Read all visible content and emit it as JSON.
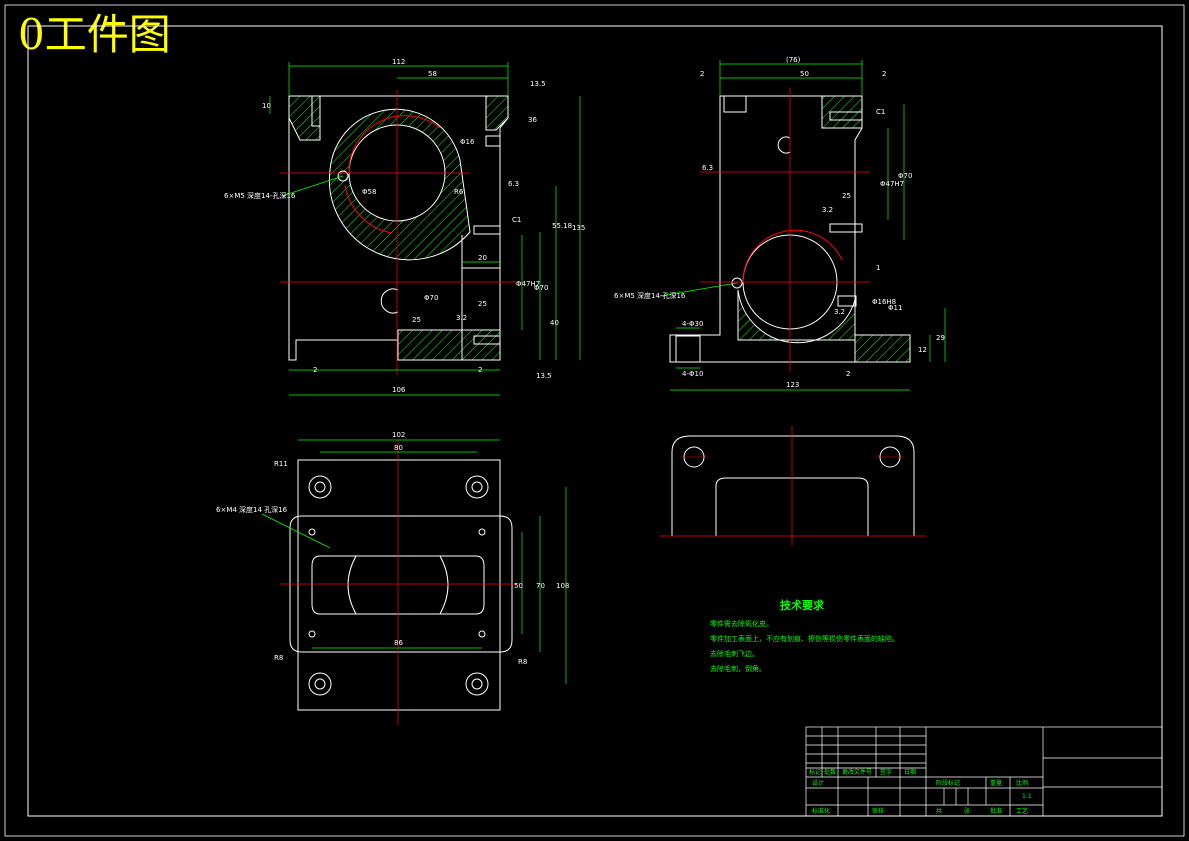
{
  "drawing": {
    "title": "0工件图"
  },
  "colors": {
    "background": "#000000",
    "outline": "#ffffff",
    "dimension": "#00ff00",
    "centerline": "#ff0000",
    "hatch": "#00ff00",
    "title": "#ffff00"
  },
  "front_view": {
    "dims": {
      "overall_width": "112",
      "half_width": "58",
      "offset": "13.5",
      "top_thk": "10",
      "slot": "36",
      "bore": "Φ58",
      "chamfer_dim": "C1",
      "width_20": "20",
      "depth_40": "40",
      "height_135": "135",
      "height_55": "55.18",
      "bore_70": "Φ70",
      "fit": "Φ47H7",
      "roughness_25_a": "25",
      "roughness_25_b": "25",
      "roughness_32": "3.2",
      "roughness_63": "6.3",
      "base_2a": "2",
      "base_2b": "2",
      "bottom_offset": "13.5",
      "overall_base": "106",
      "bore_note": "6×M5 深度14-孔深16",
      "angle": "R6",
      "small_bore": "Φ16"
    }
  },
  "side_view": {
    "dims": {
      "top_width": "(76)",
      "mid_width": "50",
      "left_2": "2",
      "right_2": "2",
      "chamfer_c1": "C1",
      "fit_h7": "Φ47H7",
      "bore_90": "Φ70",
      "roughness_63": "6.3",
      "roughness_25": "25",
      "roughness_32a": "3.2",
      "roughness_32b": "3.2",
      "dim_1": "1",
      "bore_small": "Φ16H8",
      "bore_11": "Φ11",
      "height_29": "29",
      "height_12": "12",
      "holes_a": "4-Φ30",
      "holes_b": "4-Φ10",
      "base_width": "123",
      "base_2": "2",
      "bore_note": "6×M5 深度14-孔深16"
    }
  },
  "plan_view": {
    "dims": {
      "overall": "102",
      "inner": "80",
      "radius_r11": "R11",
      "height_108": "108",
      "height_70": "70",
      "height_50": "50",
      "inner_86": "86",
      "r8_a": "R8",
      "r8_b": "R8",
      "thread_note": "6×M4 深度14 孔深16"
    }
  },
  "tech_requirements": {
    "title": "技术要求",
    "lines": [
      "零件需去除氧化皮。",
      "零件加工表面上，不应有划痕、擦伤等损伤零件表面的缺陷。",
      "去除毛刺飞边。",
      "去除毛刺，倒角。"
    ]
  },
  "title_block": {
    "labels": {
      "mark": "标记",
      "count": "处数",
      "doc": "更改文件号",
      "sign": "签字",
      "date": "日期",
      "design": "设计",
      "stage": "阶段标记",
      "weight": "重量",
      "scale": "比例",
      "scale_val": "1:1",
      "total": "共",
      "sheet": "张",
      "approve": "批准",
      "proc": "工艺",
      "check": "审核",
      "std": "标准化"
    }
  }
}
